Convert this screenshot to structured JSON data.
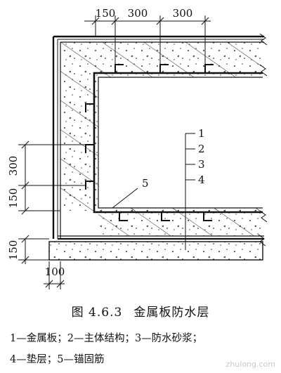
{
  "dimensions": {
    "top": [
      "150",
      "300",
      "300"
    ],
    "left": [
      "300",
      "150"
    ],
    "bottom_left_vertical": "150",
    "bottom_left_horizontal": "100"
  },
  "leader_labels": [
    "1",
    "2",
    "3",
    "4",
    "5"
  ],
  "caption": {
    "figure_number": "图 4.6.3",
    "title": "金属板防水层"
  },
  "legend": {
    "line1": "1—金属板；2—主体结构；3—防水砂浆；",
    "line2": "4—垫层；5—锚固筋"
  },
  "watermark": "zhulong.com",
  "colors": {
    "ink": "#111111",
    "paper": "#ffffff"
  }
}
